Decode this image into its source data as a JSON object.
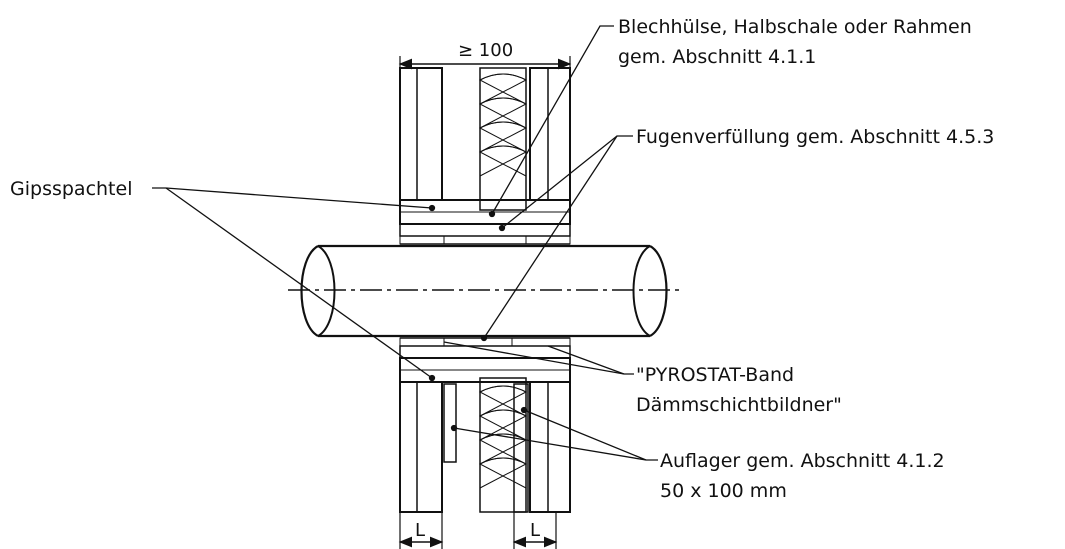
{
  "labels": {
    "sleeve": [
      "Blechhülse, Halbschale oder Rahmen",
      "gem. Abschnitt 4.1.1"
    ],
    "joint_fill": "Fugenverfüllung gem. Abschnitt 4.5.3",
    "gypsum": "Gipsspachtel",
    "pyrostat": [
      "\"PYROSTAT-Band",
      "Dämmschichtbildner\""
    ],
    "support": [
      "Auflager gem. Abschnitt 4.1.2",
      "50 x 100 mm"
    ]
  },
  "dimensions": {
    "wall_thickness": "≥ 100",
    "support_left": "L",
    "support_right": "L"
  },
  "colors": {
    "line": "#111111",
    "background": "#ffffff"
  }
}
